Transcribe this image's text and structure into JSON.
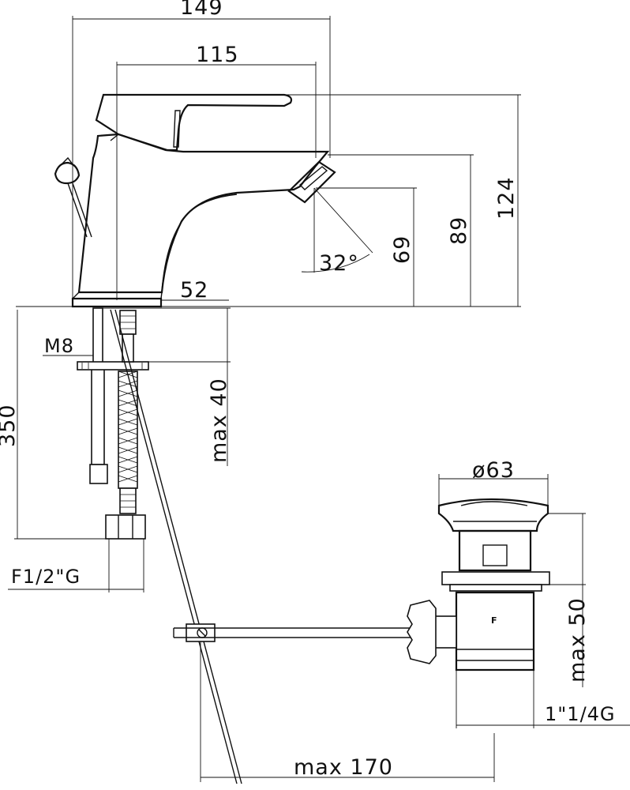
{
  "dimensions": {
    "width_total": "149",
    "width_spout": "115",
    "height_total": "124",
    "height_spout": "89",
    "height_aerator": "69",
    "angle": "32°",
    "base": "52",
    "thread_rod": "M8",
    "deck_max": "max 40",
    "hose_length": "350",
    "hose_connection": "F1/2\"G",
    "waste_diameter": "ø63",
    "waste_max": "max 50",
    "waste_thread": "1\"1/4G",
    "pull_rod_max": "max 170"
  },
  "markings": {
    "waste_letter": "F"
  }
}
